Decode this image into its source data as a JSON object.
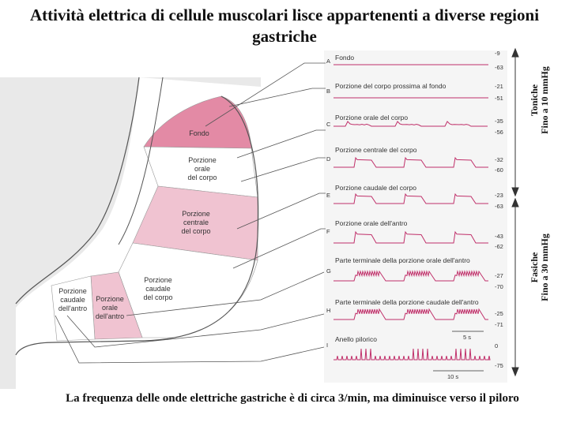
{
  "title": "Attività elettrica di cellule muscolari lisce appartenenti a diverse regioni gastriche",
  "caption": "La frequenza delle onde elettriche gastriche è di circa 3/min, ma diminuisce verso il piloro",
  "groups": {
    "tonic": {
      "line1": "Toniche",
      "line2": "Fino a 10 mmHg"
    },
    "phasic": {
      "line1": "Fasiche",
      "line2": "Fino a 30 mmHg"
    }
  },
  "regions": {
    "fondo": "Fondo",
    "orale_corpo": [
      "Porzione",
      "orale",
      "del corpo"
    ],
    "centrale_corpo": [
      "Porzione",
      "centrale",
      "del corpo"
    ],
    "caudale_corpo": [
      "Porzione",
      "caudale",
      "del corpo"
    ],
    "caudale_antro": [
      "Porzione",
      "caudale",
      "dell'antro"
    ],
    "orale_antro": [
      "Porzione",
      "orale",
      "dell'antro"
    ]
  },
  "traces": [
    {
      "letter": "A",
      "label": "Fondo",
      "ticks": [
        "-9",
        "-63"
      ]
    },
    {
      "letter": "B",
      "label": "Porzione del corpo prossima al fondo",
      "ticks": [
        "-21",
        "-51"
      ]
    },
    {
      "letter": "C",
      "label": "Porzione orale del corpo",
      "ticks": [
        "-35",
        "-56"
      ]
    },
    {
      "letter": "D",
      "label": "Porzione centrale del corpo",
      "ticks": [
        "-32",
        "-60"
      ]
    },
    {
      "letter": "E",
      "label": "Porzione caudale del corpo",
      "ticks": [
        "-23",
        "-63"
      ]
    },
    {
      "letter": "F",
      "label": "Porzione orale dell'antro",
      "ticks": [
        "-43",
        "-62"
      ]
    },
    {
      "letter": "G",
      "label": "Parte terminale della porzione orale dell'antro",
      "ticks": [
        "-27",
        "-70"
      ]
    },
    {
      "letter": "H",
      "label": "Parte terminale della porzione caudale dell'antro",
      "ticks": [
        "-25",
        "-71"
      ]
    },
    {
      "letter": "I",
      "label": "Anello pilorico",
      "ticks": [
        "0",
        "-75"
      ]
    }
  ],
  "time_marks": {
    "short": "5 s",
    "long": "10 s"
  },
  "colors": {
    "trace": "#c0306a",
    "fondo_fill": "#e38aa5",
    "centrale_fill": "#f0c3d1",
    "antro_fill": "#f0c3d1"
  }
}
